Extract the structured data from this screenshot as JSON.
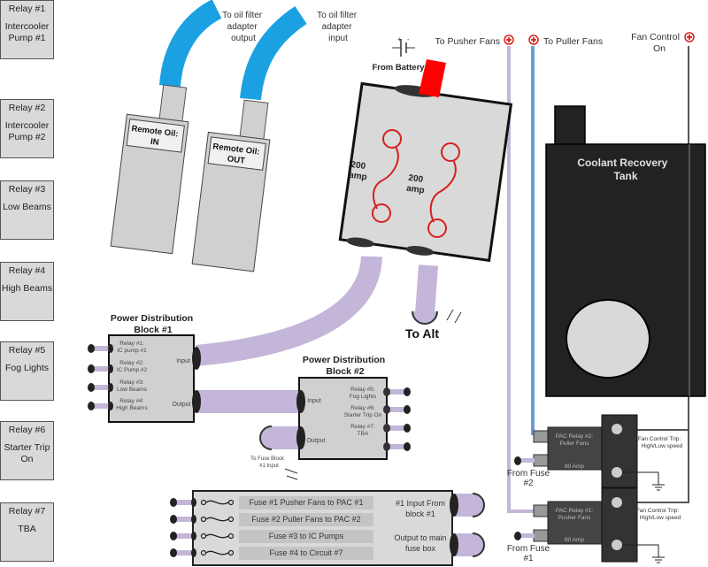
{
  "relays": [
    {
      "title": "Relay #1",
      "desc": "Intercooler Pump #1"
    },
    {
      "title": "Relay #2",
      "desc": "Intercooler Pump #2"
    },
    {
      "title": "Relay #3",
      "desc": "Low Beams"
    },
    {
      "title": "Relay #4",
      "desc": "High Beams"
    },
    {
      "title": "Relay #5",
      "desc": "Fog Lights"
    },
    {
      "title": "Relay #6",
      "desc": "Starter Trip On"
    },
    {
      "title": "Relay #7",
      "desc": "TBA"
    }
  ],
  "oil": {
    "hose_output_label": [
      "To oil filter",
      "adapter",
      "output"
    ],
    "hose_input_label": [
      "To oil filter",
      "adapter",
      "input"
    ],
    "remote_in_label": [
      "Remote Oil:",
      "IN"
    ],
    "remote_out_label": [
      "Remote Oil:",
      "OUT"
    ]
  },
  "battery": {
    "label": "From Battery",
    "plus": "+",
    "minus": "-"
  },
  "breaker": {
    "left_rating": [
      "200",
      "amp"
    ],
    "right_rating": [
      "200",
      "amp"
    ],
    "to_alt": "To Alt"
  },
  "top_labels": {
    "pusher": "To Pusher Fans",
    "puller": "To Puller Fans",
    "fan_control": [
      "Fan Control",
      "On"
    ]
  },
  "tank": {
    "label": [
      "Coolant Recovery",
      "Tank"
    ]
  },
  "pdb1": {
    "title": [
      "Power Distribution",
      "Block #1"
    ],
    "outputs": [
      [
        "Relay #1:",
        "IC pump #1"
      ],
      [
        "Relay #2:",
        "IC Pump #2"
      ],
      [
        "Relay #3:",
        "Low Beams"
      ],
      [
        "Relay #4:",
        "High Beams"
      ]
    ],
    "input_label": "Input",
    "output_label": "Output"
  },
  "pdb2": {
    "title": [
      "Power Distribution",
      "Block #2"
    ],
    "outputs": [
      [
        "Relay #5:",
        "Fog Lights"
      ],
      [
        "Relay #6:",
        "Starter Trip On"
      ],
      [
        "Relay #7:",
        "TBA"
      ]
    ],
    "input_label": "Input",
    "output_label": "Output",
    "to_fuse_label": [
      "To Fuse Block",
      "#1 Input"
    ]
  },
  "fuse_block": {
    "fuses": [
      "Fuse #1 Pusher Fans to PAC #1",
      "Fuse #2 Puller Fans to PAC #2",
      "Fuse #3 to IC Pumps",
      "Fuse #4 to Circuit #7"
    ],
    "input_label": [
      "#1 Input From",
      "block #1"
    ],
    "output_label": [
      "Output to main",
      "fuse box"
    ]
  },
  "pac_relays": [
    {
      "name": [
        "PAC Relay #2:",
        "Puller Fans"
      ],
      "amp": "80 Amp",
      "from": [
        "From Fuse",
        "#2"
      ],
      "trip": [
        "Fan Control Trip:",
        "High/Low speed"
      ]
    },
    {
      "name": [
        "PAC Relay #1:",
        "Pusher Fans"
      ],
      "amp": "80 Amp",
      "from": [
        "From Fuse",
        "#1"
      ],
      "trip": [
        "Fan Control Trip:",
        "High/Low speed"
      ]
    }
  ],
  "colors": {
    "hose_blue": "#1ba1e2",
    "wire_lavender": "#c3b6d8",
    "wire_blue": "#6a9fd4",
    "breaker_red": "#d62020",
    "cable_red": "#ff0000",
    "dark_box": "#222222",
    "gray_box": "#d9d9d9"
  }
}
